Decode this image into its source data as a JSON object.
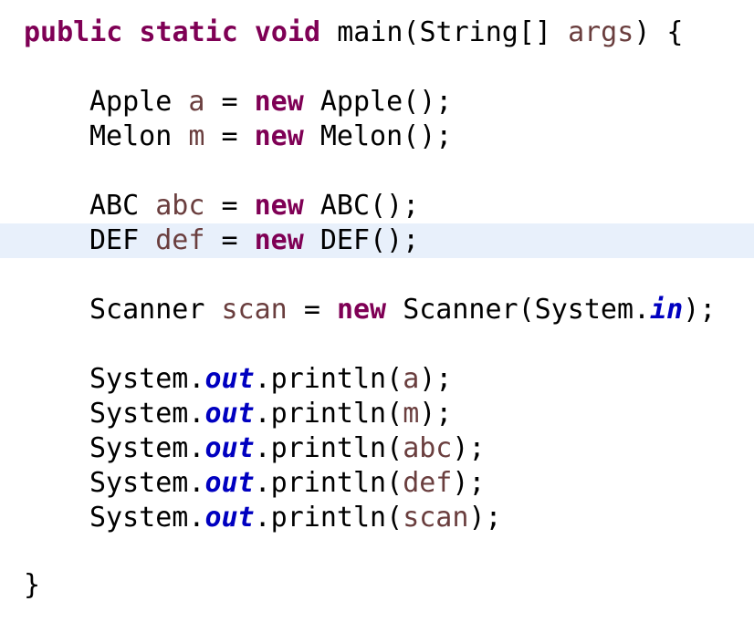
{
  "code": {
    "signature": {
      "kw_public": "public",
      "kw_static": "static",
      "kw_void": "void",
      "method": "main(String[]",
      "param": "args",
      "close": ") {"
    },
    "apple": {
      "type": "Apple",
      "var": "a",
      "eq": "=",
      "kw_new": "new",
      "ctor": "Apple();"
    },
    "melon": {
      "type": "Melon",
      "var": "m",
      "eq": "=",
      "kw_new": "new",
      "ctor": "Melon();"
    },
    "abc": {
      "type": "ABC",
      "var": "abc",
      "eq": "=",
      "kw_new": "new",
      "ctor": "ABC();"
    },
    "def": {
      "type": "DEF",
      "var": "def",
      "eq": "=",
      "kw_new": "new",
      "ctor": "DEF();"
    },
    "scanner": {
      "type": "Scanner",
      "var": "scan",
      "eq": "=",
      "kw_new": "new",
      "ctor_open": "Scanner(System.",
      "field": "in",
      "ctor_close": ");"
    },
    "prints": [
      {
        "obj": "System.",
        "field": "out",
        "method": ".println(",
        "arg": "a",
        "close": ");"
      },
      {
        "obj": "System.",
        "field": "out",
        "method": ".println(",
        "arg": "m",
        "close": ");"
      },
      {
        "obj": "System.",
        "field": "out",
        "method": ".println(",
        "arg": "abc",
        "close": ");"
      },
      {
        "obj": "System.",
        "field": "out",
        "method": ".println(",
        "arg": "def",
        "close": ");"
      },
      {
        "obj": "System.",
        "field": "out",
        "method": ".println(",
        "arg": "scan",
        "close": ");"
      }
    ],
    "closing_brace": "}"
  },
  "colors": {
    "keyword": "#7f0055",
    "local_variable": "#6a3e3e",
    "static_field": "#0000c0",
    "current_line_highlight": "#e8f0fb"
  }
}
